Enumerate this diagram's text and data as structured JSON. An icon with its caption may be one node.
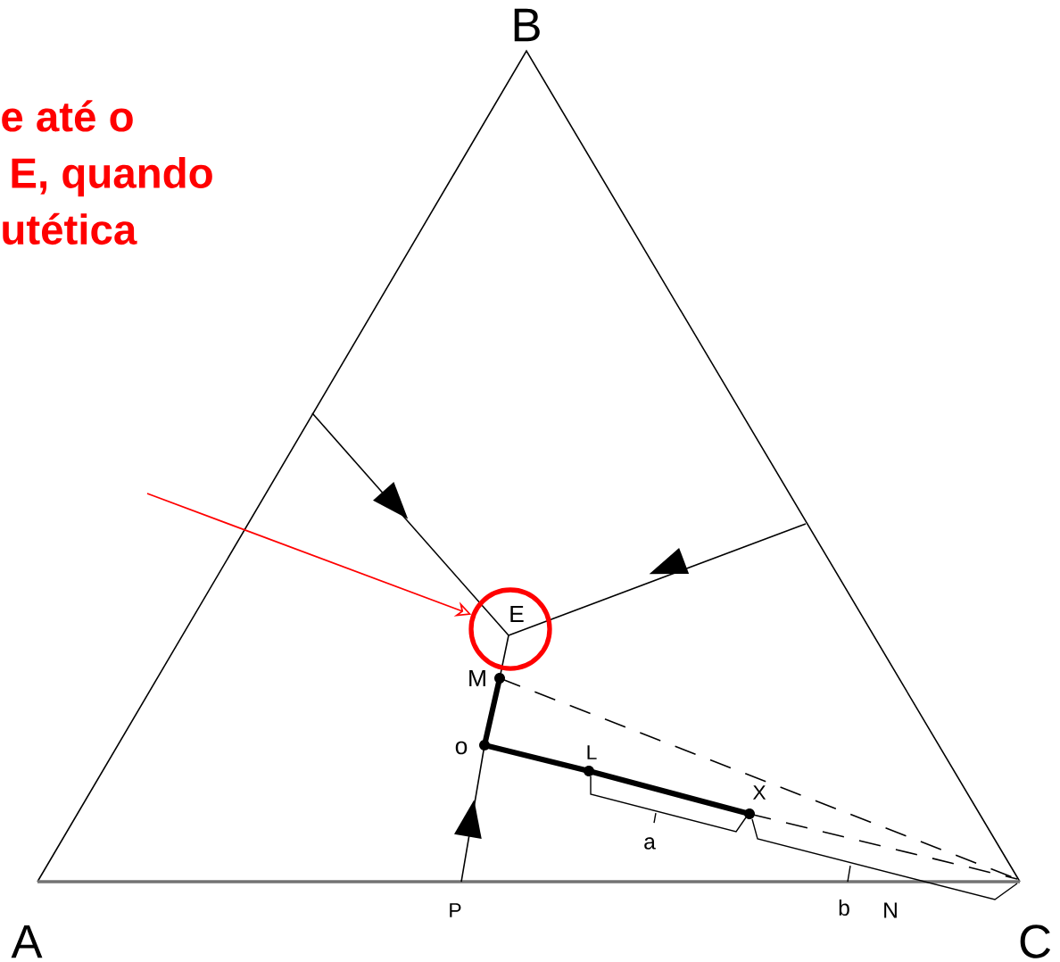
{
  "diagram": {
    "nodes": [
      {
        "text": [
          "e até o",
          "E, quando",
          "utética"
        ]
      },
      {
        "text": [],
        "shape": "circle"
      }
    ],
    "edges": [
      {
        "from": null,
        "to": 1,
        "arrow": "to",
        "color": "#ff0000"
      }
    ],
    "labels": [
      "B",
      "E",
      "M",
      "o",
      "L",
      "X",
      "a",
      "P",
      "b",
      "N",
      "A",
      "C"
    ]
  }
}
